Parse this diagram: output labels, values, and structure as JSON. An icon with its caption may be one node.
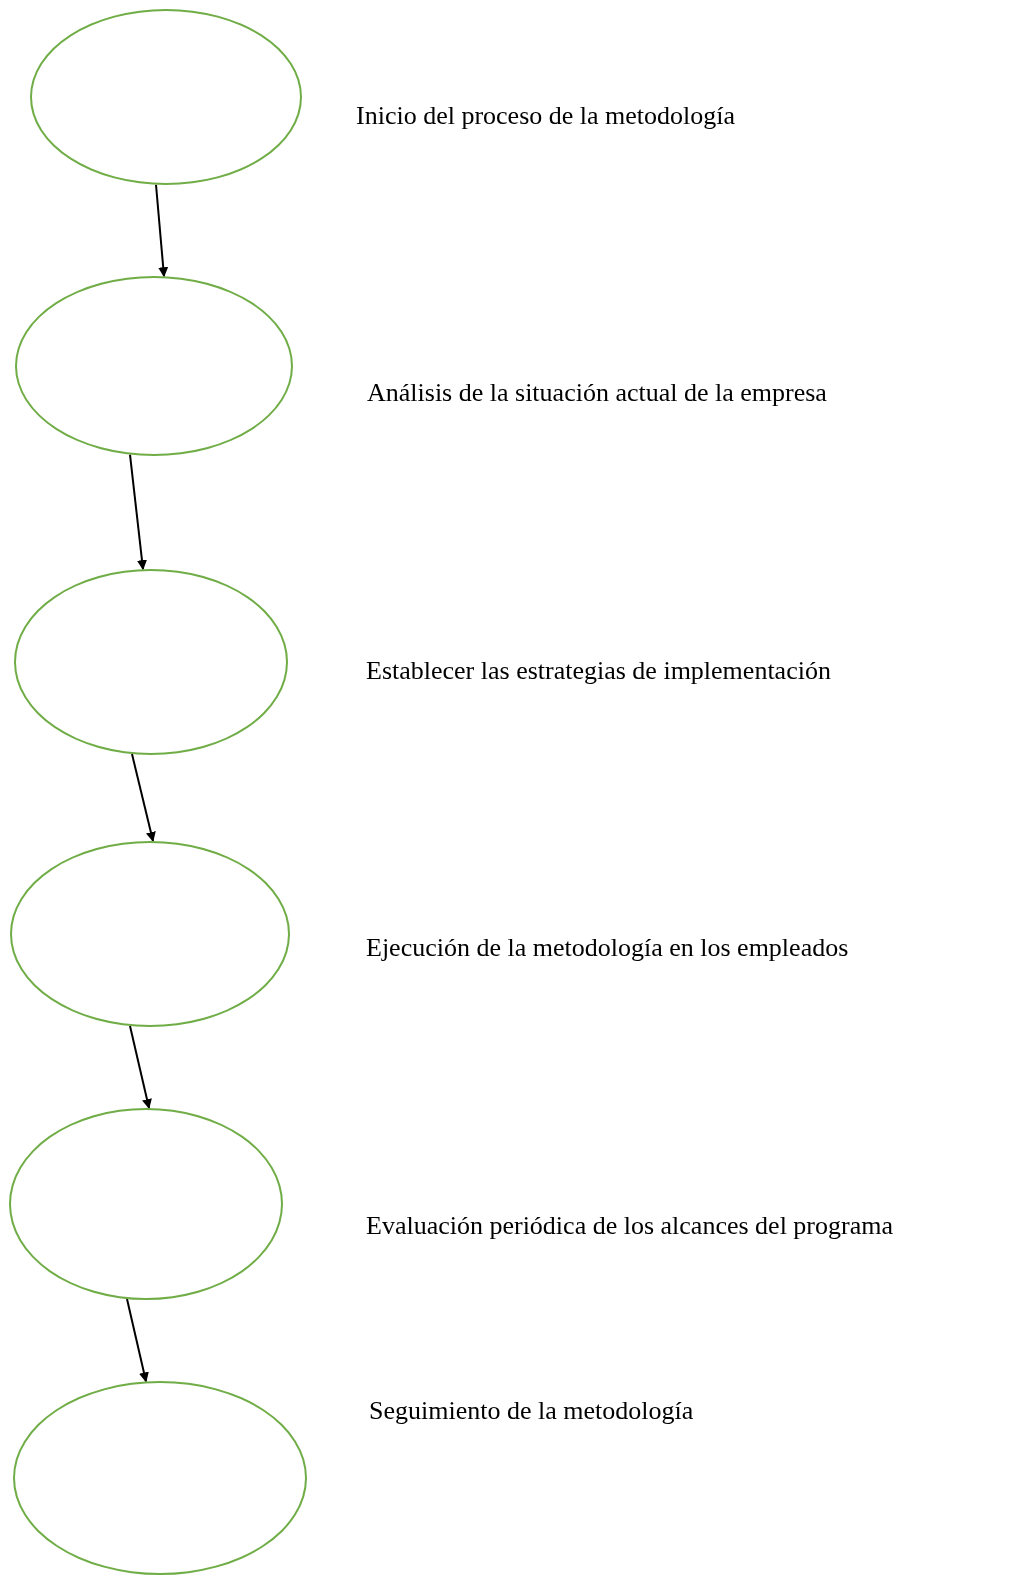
{
  "diagram": {
    "nodes": [
      {
        "text": [],
        "shape": "ellipse",
        "beside": [
          "Inicio del proceso de la metodología"
        ]
      },
      {
        "text": [],
        "shape": "ellipse",
        "beside": [
          "Análisis de la situación actual de la empresa"
        ]
      },
      {
        "text": [],
        "shape": "ellipse",
        "beside": [
          "Establecer las estrategias de implementación"
        ]
      },
      {
        "text": [],
        "shape": "ellipse",
        "beside": [
          "Ejecución de la metodología en los empleados"
        ]
      },
      {
        "text": [],
        "shape": "ellipse",
        "beside": [
          "Evaluación periódica de los alcances del programa"
        ]
      },
      {
        "text": [],
        "shape": "ellipse",
        "beside": [
          "Seguimiento de la metodología"
        ]
      }
    ],
    "edges": [
      {
        "from": 0,
        "to": 1,
        "arrow": "to"
      },
      {
        "from": 1,
        "to": 2,
        "arrow": "to"
      },
      {
        "from": 2,
        "to": 3,
        "arrow": "to"
      },
      {
        "from": 3,
        "to": 4,
        "arrow": "to"
      },
      {
        "from": 4,
        "to": 5,
        "arrow": "to"
      }
    ]
  }
}
